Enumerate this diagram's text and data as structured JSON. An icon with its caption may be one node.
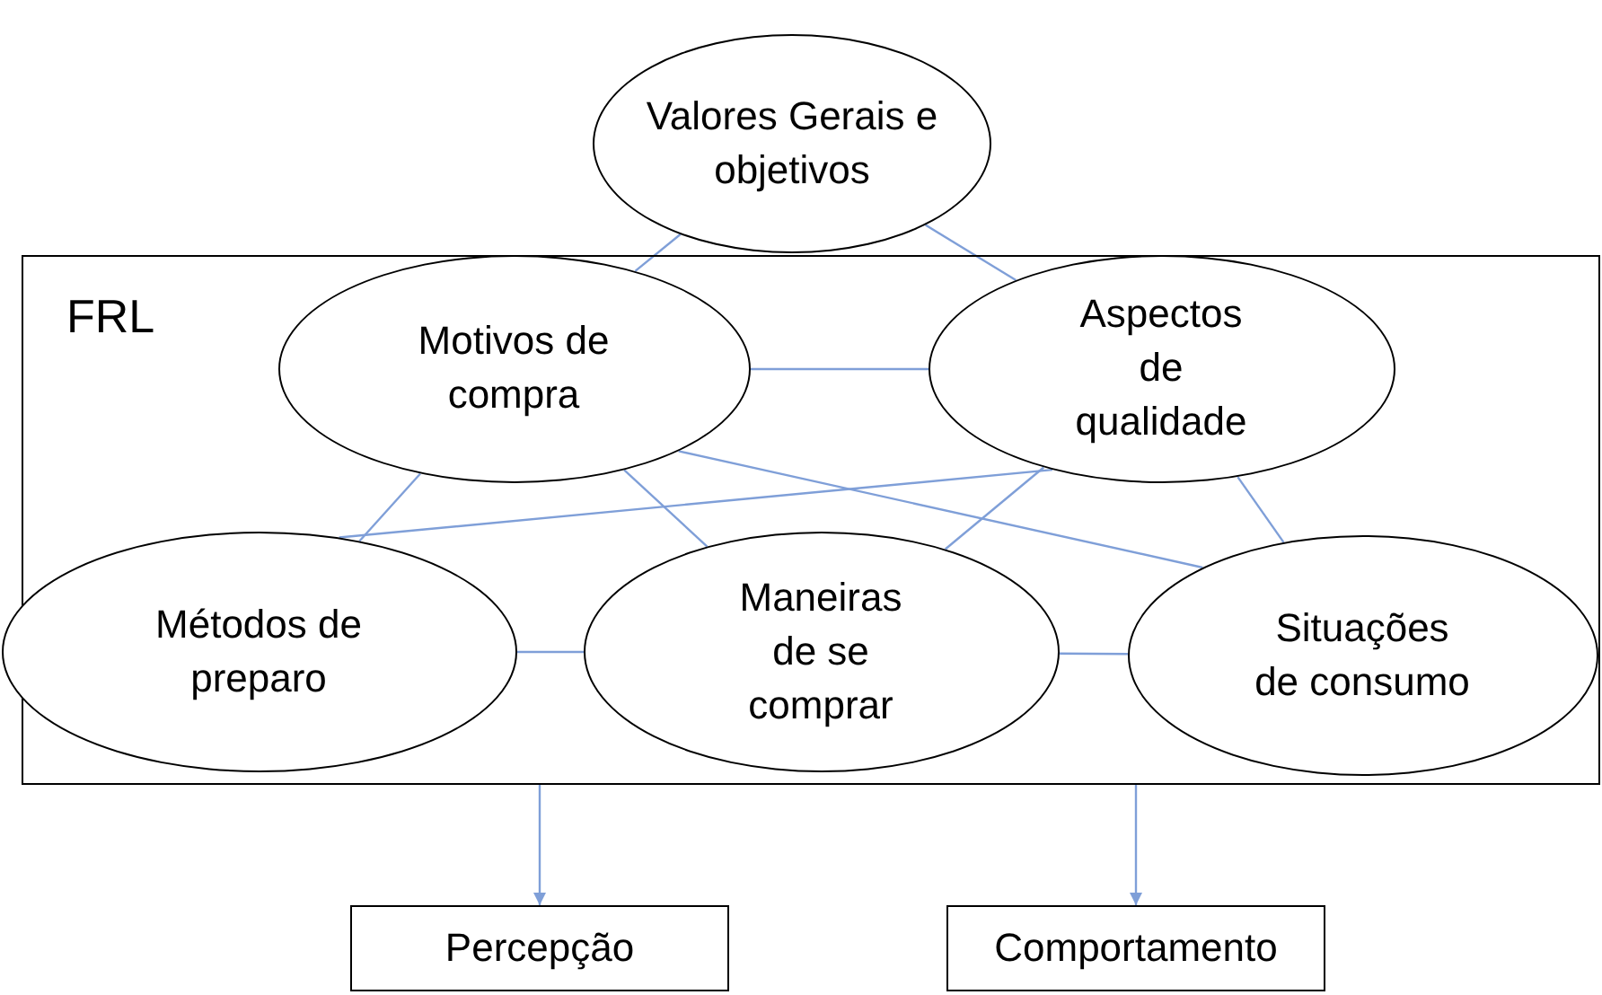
{
  "diagram": {
    "nodes": [
      {
        "text": [
          "Valores Gerais e objetivos"
        ]
      },
      {
        "text": [
          "FRL"
        ]
      },
      {
        "text": [
          "Motivos de compra"
        ],
        "in": 1
      },
      {
        "text": [
          "Aspectos de qualidade"
        ],
        "in": 1
      },
      {
        "text": [
          "Métodos de preparo"
        ],
        "in": 1
      },
      {
        "text": [
          "Maneiras de se comprar"
        ],
        "in": 1
      },
      {
        "text": [
          "Situações de consumo"
        ],
        "in": 1
      },
      {
        "text": [
          "Percepção"
        ]
      },
      {
        "text": [
          "Comportamento"
        ]
      }
    ],
    "edges": [
      {
        "from": 0,
        "to": 2,
        "arrow": "none"
      },
      {
        "from": 0,
        "to": 3,
        "arrow": "none"
      },
      {
        "from": 2,
        "to": 3,
        "arrow": "none"
      },
      {
        "from": 2,
        "to": 4,
        "arrow": "none"
      },
      {
        "from": 2,
        "to": 5,
        "arrow": "none"
      },
      {
        "from": 2,
        "to": 6,
        "arrow": "none"
      },
      {
        "from": 3,
        "to": 4,
        "arrow": "none"
      },
      {
        "from": 3,
        "to": 5,
        "arrow": "none"
      },
      {
        "from": 3,
        "to": 6,
        "arrow": "none"
      },
      {
        "from": 4,
        "to": 5,
        "arrow": "none"
      },
      {
        "from": 5,
        "to": 6,
        "arrow": "none"
      },
      {
        "from": 1,
        "to": 7,
        "arrow": "to"
      },
      {
        "from": 1,
        "to": 8,
        "arrow": "to"
      }
    ]
  }
}
